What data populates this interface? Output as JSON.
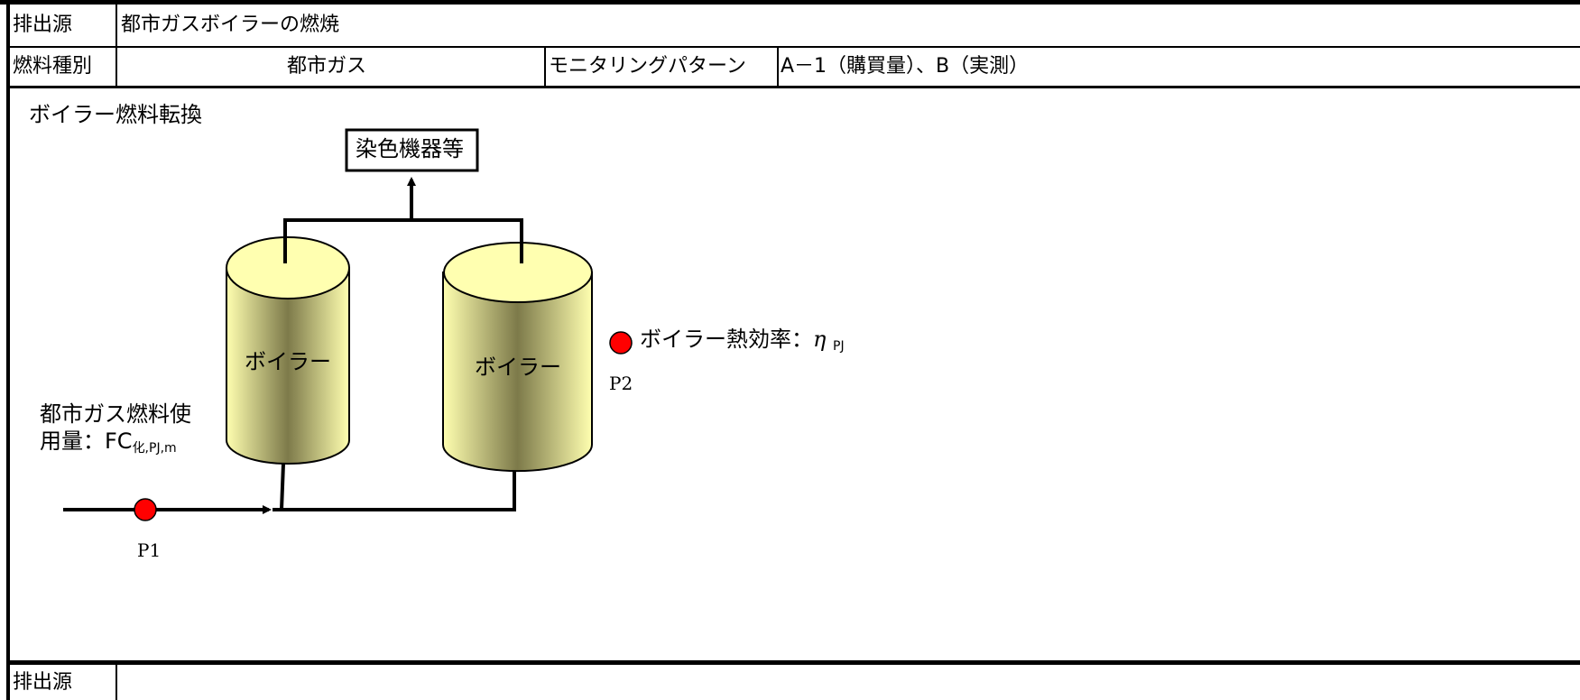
{
  "header": {
    "source_label": "排出源",
    "source_value": "都市ガスボイラーの燃焼",
    "fuel_type_label": "燃料種別",
    "fuel_type_value": "都市ガス",
    "monitoring_label": "モニタリングパターン",
    "monitoring_value": "A－1（購買量）、B（実測）"
  },
  "diagram": {
    "section_title": "ボイラー燃料転換",
    "equipment_box": "染色機器等",
    "boiler1_label": "ボイラー",
    "boiler2_label": "ボイラー",
    "fuel_usage_line1": "都市ガス燃料使",
    "fuel_usage_line2_prefix": "用量：FC",
    "fuel_usage_subscript": "化,PJ,m",
    "efficiency_prefix": "ボイラー熱効率：",
    "efficiency_symbol": "η",
    "efficiency_subscript": "PJ",
    "point1": "P1",
    "point2": "P2"
  },
  "footer": {
    "source_label": "排出源",
    "source_value": ""
  },
  "colors": {
    "measurement_point": "#ff0000",
    "boiler_fill_light": "#ffffb0",
    "boiler_fill_dark": "#7d7a4a",
    "border": "#000000"
  }
}
